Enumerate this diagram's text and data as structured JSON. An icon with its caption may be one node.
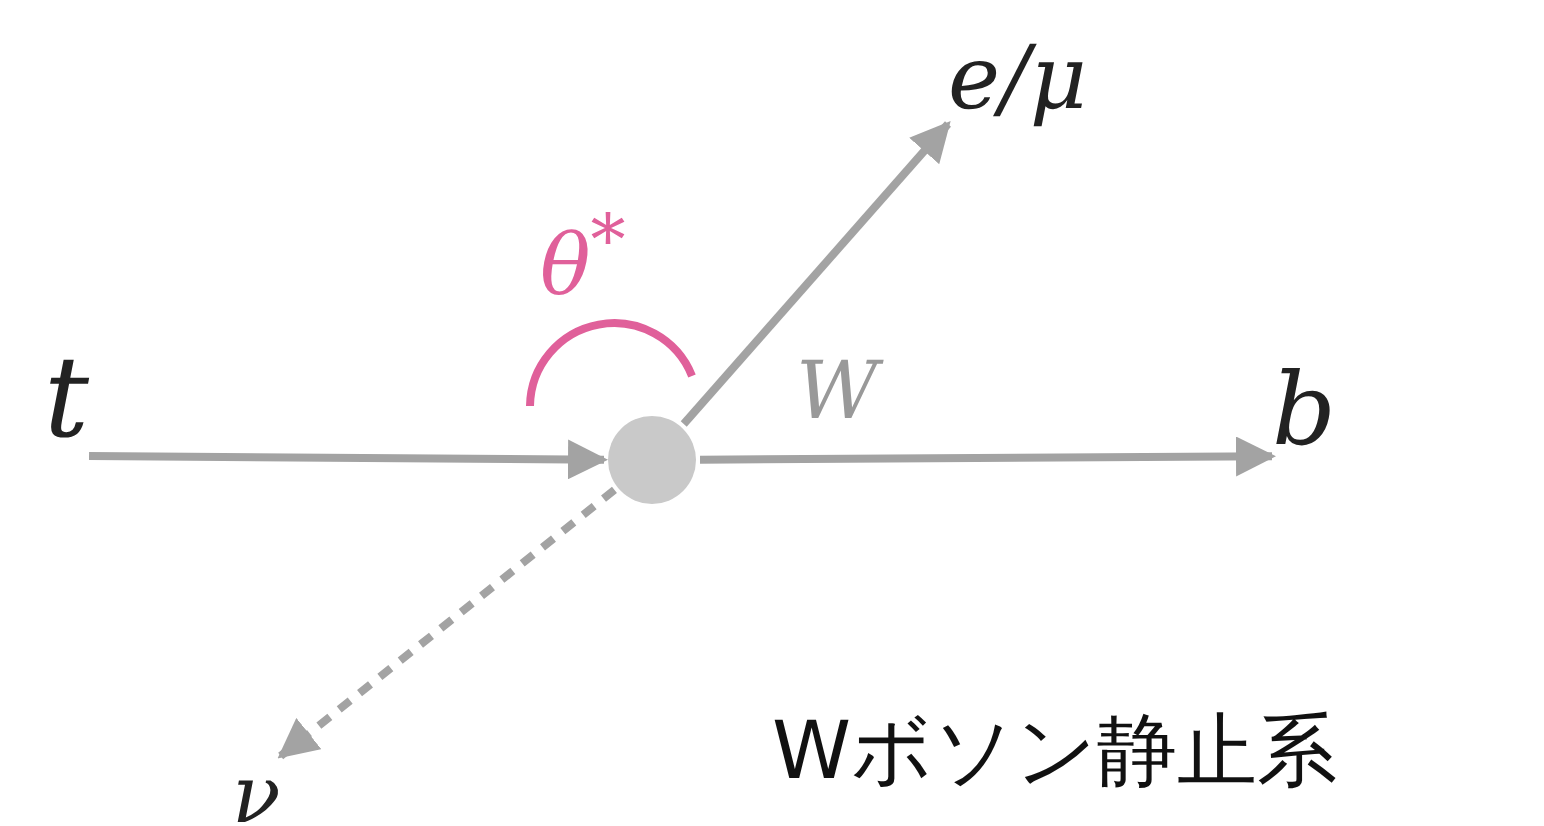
{
  "diagram": {
    "nodes": [
      {
        "text": [
          "t"
        ]
      },
      {
        "text": [],
        "shape": "circle",
        "beside": [
          "W"
        ]
      },
      {
        "text": [
          "e/μ"
        ]
      },
      {
        "text": [
          "b"
        ]
      },
      {
        "text": [
          "ν"
        ]
      }
    ],
    "edges": [
      {
        "from": 0,
        "to": 1,
        "arrow": "to"
      },
      {
        "from": 1,
        "to": 2,
        "arrow": "to"
      },
      {
        "from": 1,
        "to": 3,
        "arrow": "to"
      },
      {
        "from": 1,
        "to": 4,
        "arrow": "to",
        "style": "dashed"
      }
    ],
    "labels": [
      "θ$^{*}$",
      "Wボソン静止系"
    ]
  }
}
